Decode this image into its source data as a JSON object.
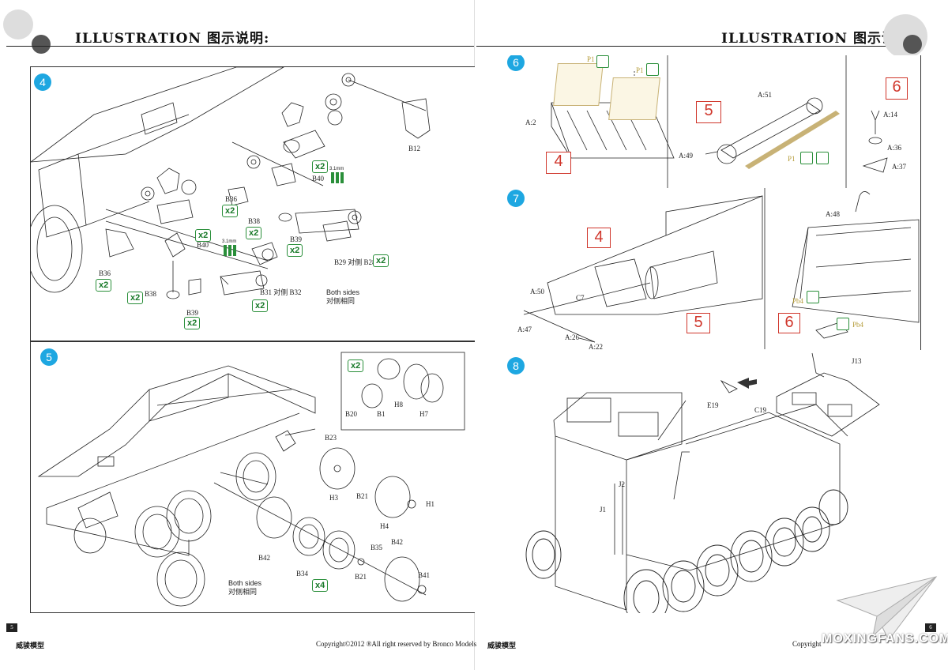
{
  "left_page": {
    "header": {
      "title": "ILLUSTRATION 图示说明:"
    },
    "step4": {
      "step": "4",
      "parts": {
        "b12": "B12",
        "b40a": "B40",
        "b36a": "B36",
        "b38a": "B38",
        "b39a": "B39",
        "b29_b28": "B29 对侧 B28",
        "b40b": "B40",
        "b36b": "B36",
        "b38b": "B38",
        "b39b": "B39",
        "b31_b32": "B31 对侧 B32"
      },
      "qty": {
        "q1": "x2",
        "q2": "x2",
        "q3": "x2",
        "q4": "x2",
        "q5": "x2",
        "q6": "x2",
        "q7": "x2",
        "q8": "x2",
        "q9": "x2",
        "q10": "x2"
      },
      "size_note_a": "3.1mm",
      "size_note_b": "3.1mm",
      "note_en": "Both sides",
      "note_cn": "对侧相同"
    },
    "step5": {
      "step": "5",
      "inset": {
        "qty": "x2",
        "b20": "B20",
        "b1": "B1",
        "h8": "H8",
        "h7": "H7"
      },
      "parts": {
        "b23": "B23",
        "h3": "H3",
        "b21a": "B21",
        "h1": "H1",
        "h4": "H4",
        "b42a": "B42",
        "b35": "B35",
        "b42b": "B42",
        "b34": "B34",
        "b21b": "B21",
        "b41": "B41"
      },
      "qty": "x4",
      "note_en": "Both sides",
      "note_cn": "对侧相同"
    },
    "footer": {
      "page_number": "5",
      "brand": "威骏模型",
      "copyright": "Copyright©2012 ®All right reserved by Bronco Models"
    }
  },
  "right_page": {
    "header": {
      "title": "ILLUSTRATION 图示说明:"
    },
    "step6": {
      "step": "6",
      "a": {
        "a2": "A:2",
        "p1a": "P1",
        "p1b": "P1",
        "ref": "4"
      },
      "b": {
        "ref": "5",
        "a51": "A:51",
        "a49": "A:49",
        "p1": "P1"
      },
      "c": {
        "ref": "6",
        "a14": "A:14",
        "a36": "A:36",
        "a37": "A:37"
      }
    },
    "step7": {
      "step": "7",
      "refs": {
        "r4": "4",
        "r5": "5",
        "r6": "6"
      },
      "parts": {
        "a50": "A:50",
        "c7": "C7",
        "a47": "A:47",
        "a26": "A:26",
        "a22": "A:22",
        "a48": "A:48",
        "pb4a": "Pb4",
        "pb4b": "Pb4"
      }
    },
    "step8": {
      "step": "8",
      "parts": {
        "j13": "J13",
        "e19": "E19",
        "c19": "C19",
        "j2": "J2",
        "j1": "J1"
      }
    },
    "footer": {
      "brand": "威骏模型",
      "copyright": "Copyright",
      "page_number": "6"
    },
    "watermark": "MOXINGFANS.COM"
  },
  "colors": {
    "accent": "#1ea7e1",
    "qty_green": "#2a8f3a",
    "ref_red": "#d0362b",
    "sheet": "#fbf6e4"
  }
}
